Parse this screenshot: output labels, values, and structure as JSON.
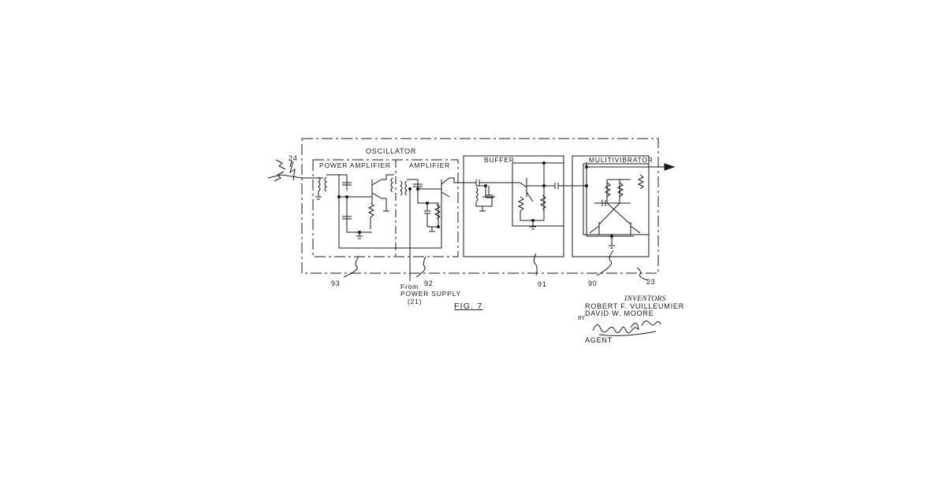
{
  "blocks": {
    "oscillator": "OSCILLATOR",
    "power_amplifier": "POWER AMPLIFIER",
    "amplifier": "AMPLIFIER",
    "buffer": "BUFFER",
    "multivibrator": "MULITIVIBRATOR"
  },
  "refs": {
    "r24": "24",
    "r93": "93",
    "r92": "92",
    "r91": "91",
    "r90": "90",
    "r23": "23"
  },
  "power_note": {
    "line1": "From",
    "line2": "POWER SUPPLY",
    "line3": "(21)"
  },
  "figure_label": "FIG. 7",
  "inventors": {
    "heading": "INVENTORS",
    "name1": "ROBERT F. VUILLEUMIER",
    "name2": "DAVID W. MOORE",
    "by": "BY",
    "signature": "Richard P. Alberi",
    "role": "AGENT"
  },
  "colors": {
    "ink": "#1a1a1a",
    "paper": "#ffffff"
  }
}
